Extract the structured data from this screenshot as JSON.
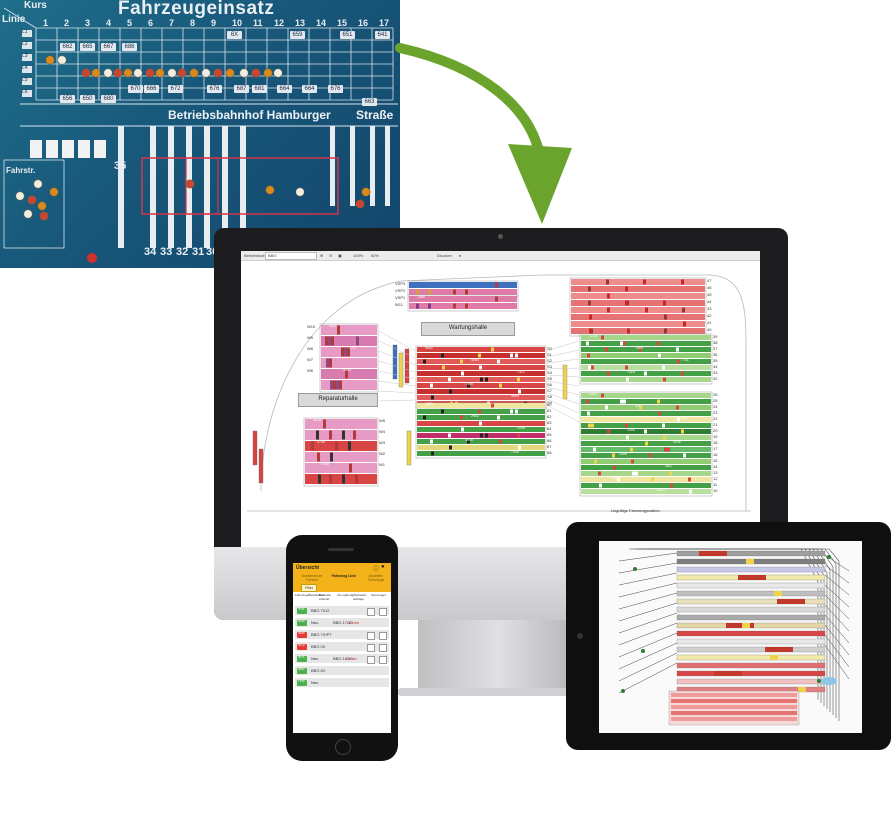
{
  "board": {
    "title": "Fahrzeugeinsatz",
    "kurs_label": "Kurs",
    "linie_label": "Linie",
    "column_numbers": [
      "1",
      "2",
      "3",
      "4",
      "5",
      "6",
      "7",
      "8",
      "9",
      "10",
      "11",
      "12",
      "13",
      "14",
      "15",
      "16",
      "17"
    ],
    "row_labels": [
      "L1",
      "L2",
      "L3",
      "L4",
      "L5",
      "L6"
    ],
    "footer_left": "Betriebsbahnhof  Hamburger",
    "footer_right": "Straße",
    "side_label": "Fahrstr.",
    "bottom_numbers": [
      "34",
      "33",
      "32",
      "31",
      "30"
    ],
    "side_number": "35",
    "cards": [
      "662",
      "665",
      "667",
      "686",
      "6X",
      "659",
      "651",
      "641",
      "670",
      "666",
      "672",
      "676",
      "687",
      "681",
      "664",
      "664",
      "676",
      "663",
      "656",
      "650",
      "680"
    ]
  },
  "arrow_color": "#6aa42c",
  "desktop": {
    "toolbar": {
      "field_label": "Betriebshof:",
      "field_value": "BBG",
      "zoom": "100%",
      "zoom2": "50%",
      "print_label": "Drucken"
    },
    "halls": {
      "wartung": "Wartungshalle",
      "reparatur": "Reparaturhalle"
    },
    "track_labels_left": [
      "W10",
      "W9",
      "W8",
      "W7",
      "W6"
    ],
    "track_labels_top": [
      "VSP3",
      "VSP2",
      "VSP1",
      "W11"
    ],
    "track_labels_lower_left": [
      "W5",
      "W4",
      "W3",
      "W2",
      "W1"
    ],
    "track_labels_mid": [
      "S0",
      "S1",
      "S2",
      "S3",
      "S4",
      "S5",
      "S6",
      "S7",
      "S8",
      "S9"
    ],
    "track_labels_mid2": [
      "60",
      "61",
      "62",
      "63",
      "64",
      "65",
      "66",
      "67",
      "68"
    ],
    "track_labels_right_top": [
      "47",
      "46",
      "45",
      "44",
      "43",
      "42",
      "41",
      "40"
    ],
    "track_labels_right_mid": [
      "39",
      "38",
      "37",
      "36",
      "35",
      "34",
      "33",
      "32"
    ],
    "track_labels_right_low": [
      "26",
      "25",
      "24",
      "23",
      "22",
      "21",
      "20",
      "19",
      "18",
      "17",
      "16",
      "15",
      "14",
      "13",
      "12",
      "11",
      "10"
    ],
    "bottom_caption": "Ungültige Fahrzeugposition",
    "numbers": [
      "7886",
      "4941",
      "7717",
      "4943",
      "4952",
      "4955",
      "7312",
      "7309",
      "4909",
      "4929",
      "2902",
      "1095",
      "4949",
      "7344",
      "4928",
      "4736",
      "4908",
      "1728",
      "7959",
      "7731",
      "7325",
      "2903",
      "1117",
      "6809",
      "1254",
      "1106",
      "1095",
      "1627",
      "1263",
      "1613",
      "7465",
      "2981",
      "7743",
      "7346",
      "4903",
      "4997",
      "7361",
      "7347",
      "7847",
      "1876",
      "7810",
      "6824",
      "6807",
      "7212",
      "7861",
      "7855"
    ]
  },
  "phone": {
    "title": "Übersicht",
    "tabs": [
      "Ausstehende Fahrten",
      "Fahrzeug Linie",
      "Abstellen Fahrzeuge"
    ],
    "active_tab": "Fahrzeug Linie",
    "filter_label": "Filter",
    "columns": [
      "Fahrzeug/Betriebshof",
      "Bereitste Ankunft",
      "Ver-spätung",
      "Werkstatt-aufträge",
      "Stö-rungen"
    ],
    "rows": [
      {
        "tag": "4741",
        "text": "BBG 7012",
        "extra": "",
        "color": "#4caf50"
      },
      {
        "tag": "2948",
        "text": "Neu",
        "extra": "BBG 17:10",
        "delay": "20 min",
        "color": "#4caf50"
      },
      {
        "tag": "4945",
        "text": "BBG 7X/PT",
        "extra": "",
        "color": "#e53935"
      },
      {
        "tag": "5012",
        "text": "BBG 0X",
        "extra": "",
        "color": "#e53935"
      },
      {
        "tag": "4671",
        "text": "Neu",
        "extra": "BBG 18:30",
        "delay": "5 min",
        "color": "#4caf50"
      },
      {
        "tag": "6892",
        "text": "BBG 6X",
        "extra": "",
        "color": "#4caf50"
      },
      {
        "tag": "7795",
        "text": "Neu",
        "extra": "",
        "color": "#4caf50"
      }
    ]
  }
}
